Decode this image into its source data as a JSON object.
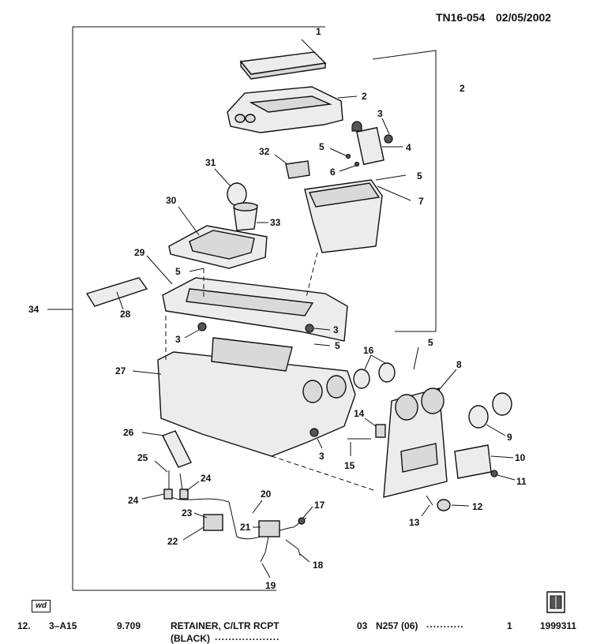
{
  "header": {
    "doc_id": "TN16-054",
    "date": "02/05/2002"
  },
  "badge": {
    "label": "wd",
    "icon": "book-icon"
  },
  "callouts": {
    "c1": "1",
    "c2a": "2",
    "c2b": "2",
    "c3a": "3",
    "c3b": "3",
    "c3c": "3",
    "c3d": "3",
    "c4": "4",
    "c5a": "5",
    "c5b": "5",
    "c5c": "5",
    "c5d": "5",
    "c5e": "5",
    "c6": "6",
    "c7": "7",
    "c8": "8",
    "c9": "9",
    "c10": "10",
    "c11": "11",
    "c12": "12",
    "c13": "13",
    "c14": "14",
    "c15": "15",
    "c16": "16",
    "c17": "17",
    "c18": "18",
    "c19": "19",
    "c20": "20",
    "c21": "21",
    "c22": "22",
    "c23": "23",
    "c24a": "24",
    "c24b": "24",
    "c25": "25",
    "c26": "26",
    "c27": "27",
    "c28": "28",
    "c29": "29",
    "c30": "30",
    "c31": "31",
    "c32": "32",
    "c33": "33",
    "c34": "34"
  },
  "footer": {
    "item": "12.",
    "ref": "3–A15",
    "code": "9.709",
    "description": "RETAINER, C/LTR RCPT",
    "color_note": "(BLACK)",
    "color_dots": "...................",
    "qty_code": "03",
    "part_ref": "N257 (06)",
    "dots": "...........",
    "qty": "1",
    "part_number": "1999311"
  }
}
